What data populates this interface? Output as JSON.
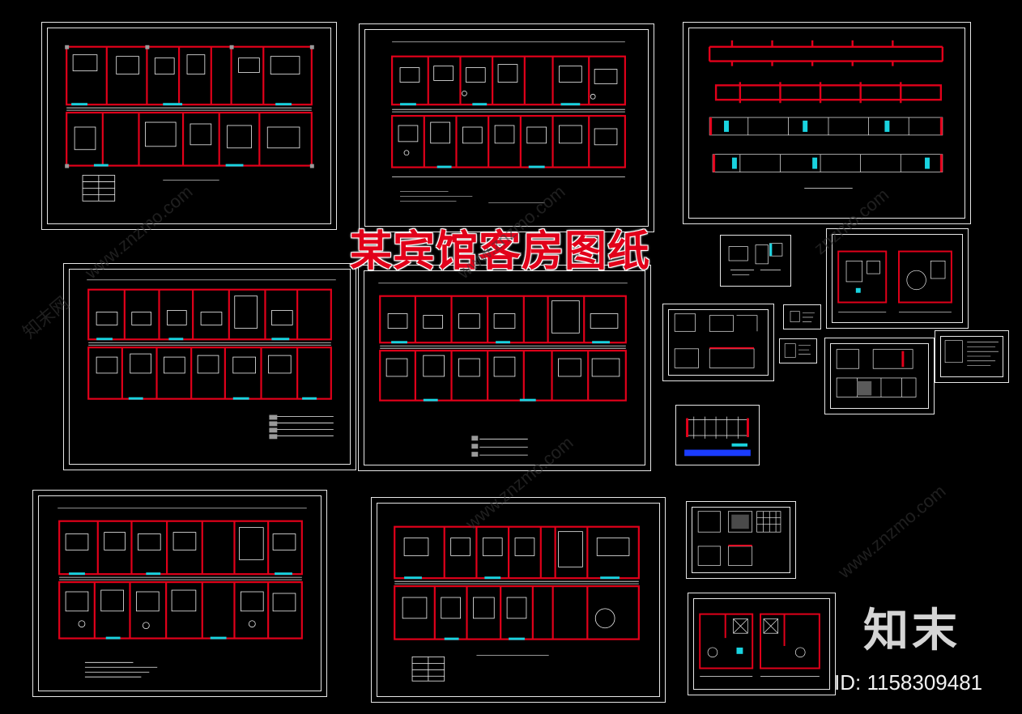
{
  "title": "某宾馆客房图纸",
  "watermark": {
    "logo": "知末",
    "id_label": "ID: 1158309481",
    "site": "znzmo.com",
    "site_www": "www.znzmo.com",
    "site_cn": "知末网"
  },
  "colors": {
    "background": "#000000",
    "frame": "#e6e6e6",
    "wall": "#e2001a",
    "window": "#19d3e0",
    "line": "#f0f0f0",
    "title": "#e2001a",
    "fill_blue": "#1a3cff"
  },
  "sheets": [
    "floor-plan-a",
    "floor-plan-b",
    "elevations",
    "floor-plan-c",
    "floor-plan-d",
    "detail-small-1",
    "detail-room-layout",
    "detail-bath-1",
    "detail-small-2",
    "detail-small-3",
    "detail-elevation-1",
    "detail-small-4",
    "detail-blue-section",
    "floor-plan-e",
    "floor-plan-f",
    "detail-bath-2",
    "detail-bath-3"
  ]
}
